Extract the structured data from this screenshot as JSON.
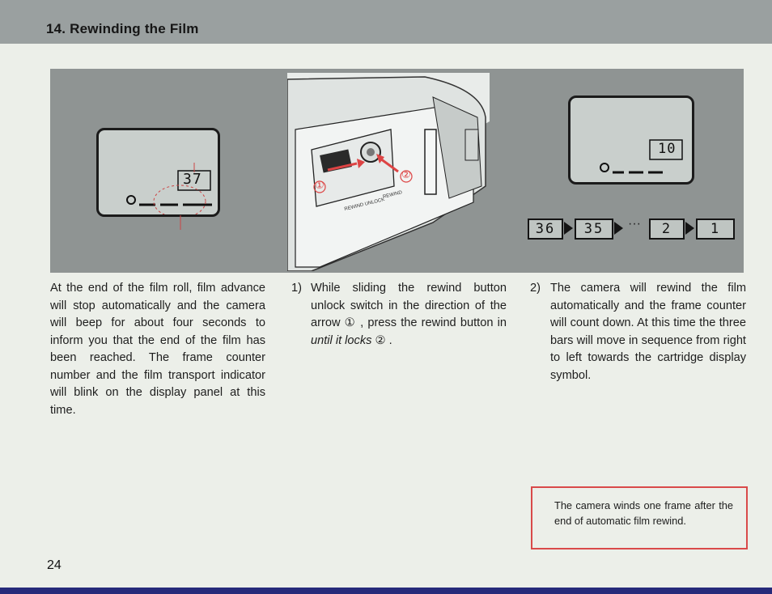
{
  "header": {
    "title": "14. Rewinding the Film"
  },
  "figures": {
    "left_counter": "37",
    "right_counter": "10",
    "sequence": [
      "36",
      "35",
      "2",
      "1"
    ],
    "sequence_ellipsis": "···",
    "callout_1": "①",
    "callout_2": "②",
    "camera_label_a": "REWIND UNLOCK",
    "camera_label_b": "REWIND"
  },
  "columns": {
    "intro": "At the end of the film roll, film advance will stop automatically and the camera will beep for about four seconds to inform you that the end of the film has been reached. The frame counter number and the film transport indicator will blink on the display panel at this time.",
    "step1": {
      "number": "1)",
      "text": "While sliding the rewind button unlock switch in the direction of the arrow ① , press the rewind button in",
      "italic": "until it locks",
      "end": " ② ."
    },
    "step2": {
      "number": "2)",
      "text": "The camera will rewind the film automatically and the frame counter will count down. At this time the three bars will move in sequence from right to left towards the cartridge display symbol."
    }
  },
  "note": "The camera winds one frame after the end of automatic film rewind.",
  "page_number": "24",
  "colors": {
    "header": "#9aa0a0",
    "figure_background": "#8f9493",
    "note_border": "#d94a4a",
    "bottom_bar": "#262a7a"
  }
}
